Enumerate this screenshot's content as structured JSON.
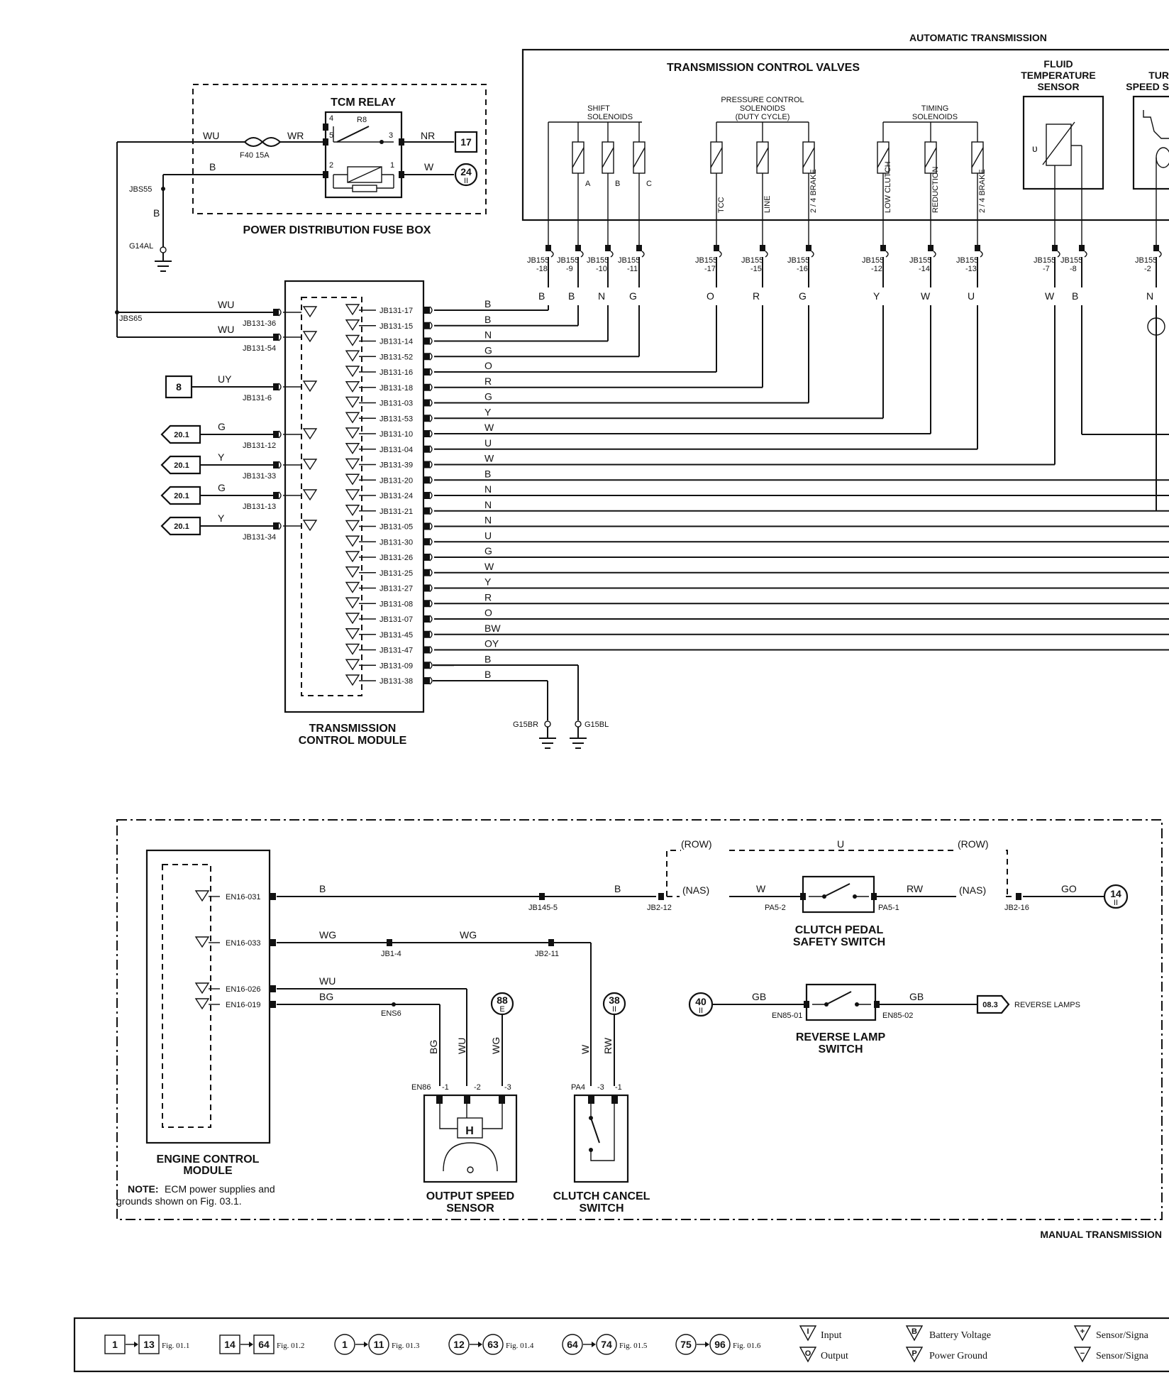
{
  "sections": {
    "automatic_transmission": "AUTOMATIC TRANSMISSION",
    "manual_transmission": "MANUAL TRANSMISSION",
    "transmission_control_valves": "TRANSMISSION CONTROL VALVES",
    "fluid_temp_sensor": [
      "FLUID",
      "TEMPERATURE",
      "SENSOR"
    ],
    "turbine_speed": [
      "TUR",
      "SPEED S"
    ],
    "shift_solenoids": [
      "SHIFT",
      "SOLENOIDS"
    ],
    "pressure_control": [
      "PRESSURE CONTROL",
      "SOLENOIDS",
      "(DUTY CYCLE)"
    ],
    "timing_solenoids": [
      "TIMING",
      "SOLENOIDS"
    ],
    "power_distribution_fuse_box": "POWER DISTRIBUTION FUSE BOX",
    "tcm_relay": "TCM RELAY",
    "tcm": [
      "TRANSMISSION",
      "CONTROL MODULE"
    ],
    "ecm": [
      "ENGINE CONTROL",
      "MODULE"
    ],
    "output_speed_sensor": [
      "OUTPUT SPEED",
      "SENSOR"
    ],
    "clutch_cancel_switch": [
      "CLUTCH CANCEL",
      "SWITCH"
    ],
    "clutch_pedal_switch": [
      "CLUTCH PEDAL",
      "SAFETY SWITCH"
    ],
    "reverse_lamp_switch": [
      "REVERSE LAMP",
      "SWITCH"
    ]
  },
  "note": {
    "bold": "NOTE:",
    "line1": "ECM power supplies and",
    "line2": "grounds shown on Fig. 03.1."
  },
  "relay": {
    "r8": "R8",
    "pins": [
      "4",
      "5",
      "2",
      "3",
      "1"
    ],
    "fuse": "F40 15A",
    "wires": {
      "wu": "WU",
      "wr": "WR",
      "nr": "NR",
      "b": "B",
      "w": "W"
    },
    "ref17": "17",
    "ref24": "24",
    "jbs55": "JBS55",
    "g14al": "G14AL",
    "jbs65": "JBS65",
    "b_vert": "B"
  },
  "valves": {
    "solenoid_labels": [
      "A",
      "B",
      "C",
      "TCC",
      "LINE",
      "2 / 4 BRAKE",
      "LOW CLUTCH",
      "REDUCTION",
      "2 / 4 BRAKE"
    ],
    "jb155_pins": [
      "-18",
      "-9",
      "-10",
      "-11",
      "-17",
      "-15",
      "-16",
      "-12",
      "-14",
      "-13",
      "-7",
      "-8",
      "-2"
    ],
    "jb155_name": "JB155",
    "wire_colors": [
      "B",
      "B",
      "N",
      "G",
      "O",
      "R",
      "G",
      "Y",
      "W",
      "U",
      "W",
      "B",
      "N"
    ]
  },
  "tcm_left": {
    "rows": [
      {
        "wire": "WU",
        "pin": "JB131-36"
      },
      {
        "wire": "WU",
        "pin": "JB131-54"
      },
      {
        "wire": "UY",
        "pin": "JB131-6",
        "ref": "8"
      },
      {
        "wire": "G",
        "pin": "JB131-12",
        "ref": "20.1"
      },
      {
        "wire": "Y",
        "pin": "JB131-33",
        "ref": "20.1"
      },
      {
        "wire": "G",
        "pin": "JB131-13",
        "ref": "20.1"
      },
      {
        "wire": "Y",
        "pin": "JB131-34",
        "ref": "20.1"
      }
    ]
  },
  "tcm_right": {
    "rows": [
      {
        "pin": "JB131-17",
        "wire": "B"
      },
      {
        "pin": "JB131-15",
        "wire": "B"
      },
      {
        "pin": "JB131-14",
        "wire": "N"
      },
      {
        "pin": "JB131-52",
        "wire": "G"
      },
      {
        "pin": "JB131-16",
        "wire": "O"
      },
      {
        "pin": "JB131-18",
        "wire": "R"
      },
      {
        "pin": "JB131-03",
        "wire": "G"
      },
      {
        "pin": "JB131-53",
        "wire": "Y"
      },
      {
        "pin": "JB131-10",
        "wire": "W"
      },
      {
        "pin": "JB131-04",
        "wire": "U"
      },
      {
        "pin": "JB131-39",
        "wire": "W"
      },
      {
        "pin": "JB131-20",
        "wire": "B"
      },
      {
        "pin": "JB131-24",
        "wire": "N"
      },
      {
        "pin": "JB131-21",
        "wire": "N"
      },
      {
        "pin": "JB131-05",
        "wire": "N"
      },
      {
        "pin": "JB131-30",
        "wire": "U"
      },
      {
        "pin": "JB131-26",
        "wire": "G"
      },
      {
        "pin": "JB131-25",
        "wire": "W"
      },
      {
        "pin": "JB131-27",
        "wire": "Y"
      },
      {
        "pin": "JB131-08",
        "wire": "R"
      },
      {
        "pin": "JB131-07",
        "wire": "O"
      },
      {
        "pin": "JB131-45",
        "wire": "BW"
      },
      {
        "pin": "JB131-47",
        "wire": "OY"
      },
      {
        "pin": "JB131-09",
        "wire": "B"
      },
      {
        "pin": "JB131-38",
        "wire": "B"
      }
    ]
  },
  "grounds": {
    "g15br": "G15BR",
    "g15bl": "G15BL"
  },
  "manual": {
    "ecm_pins": [
      "EN16-031",
      "EN16-033",
      "EN16-026",
      "EN16-019"
    ],
    "wires": {
      "b": "B",
      "wg": "WG",
      "wu": "WU",
      "bg": "BG",
      "w": "W",
      "rw": "RW",
      "u": "U",
      "go": "GO",
      "gb": "GB"
    },
    "connectors": {
      "jb145": "JB145-5",
      "jb2_12": "JB2-12",
      "jb1_4": "JB1-4",
      "jb2_11": "JB2-11",
      "ens6": "ENS6",
      "jb2_16": "JB2-16",
      "pa5_2": "PA5-2",
      "pa5_1": "PA5-1",
      "en85_01": "EN85-01",
      "en85_02": "EN85-02",
      "en86": "EN86",
      "pa4": "PA4"
    },
    "row": "(ROW)",
    "nas": "(NAS)",
    "refs": {
      "r14": "14",
      "r88": "88",
      "r38": "38",
      "r40": "40",
      "r083": "08.3"
    },
    "reverse_lamps": "REVERSE LAMPS",
    "sensor_pins": [
      "-1",
      "-2",
      "-3"
    ],
    "clutch_pins": [
      "-3",
      "-1"
    ],
    "sensor_h": "H"
  },
  "legend": {
    "ranges": [
      {
        "from": "1",
        "to": "13",
        "fig": "Fig. 01.1"
      },
      {
        "from": "14",
        "to": "64",
        "fig": "Fig. 01.2"
      },
      {
        "from": "1",
        "to": "11",
        "fig": "Fig. 01.3"
      },
      {
        "from": "12",
        "to": "63",
        "fig": "Fig. 01.4"
      },
      {
        "from": "64",
        "to": "74",
        "fig": "Fig. 01.5"
      },
      {
        "from": "75",
        "to": "96",
        "fig": "Fig. 01.6"
      }
    ],
    "symbols": {
      "input": "Input",
      "output": "Output",
      "battery": "Battery Voltage",
      "ground": "Power Ground",
      "signal_pos": "Sensor/Signa",
      "signal_neg": "Sensor/Signa",
      "I": "I",
      "O": "O",
      "B": "B",
      "P": "P"
    }
  }
}
